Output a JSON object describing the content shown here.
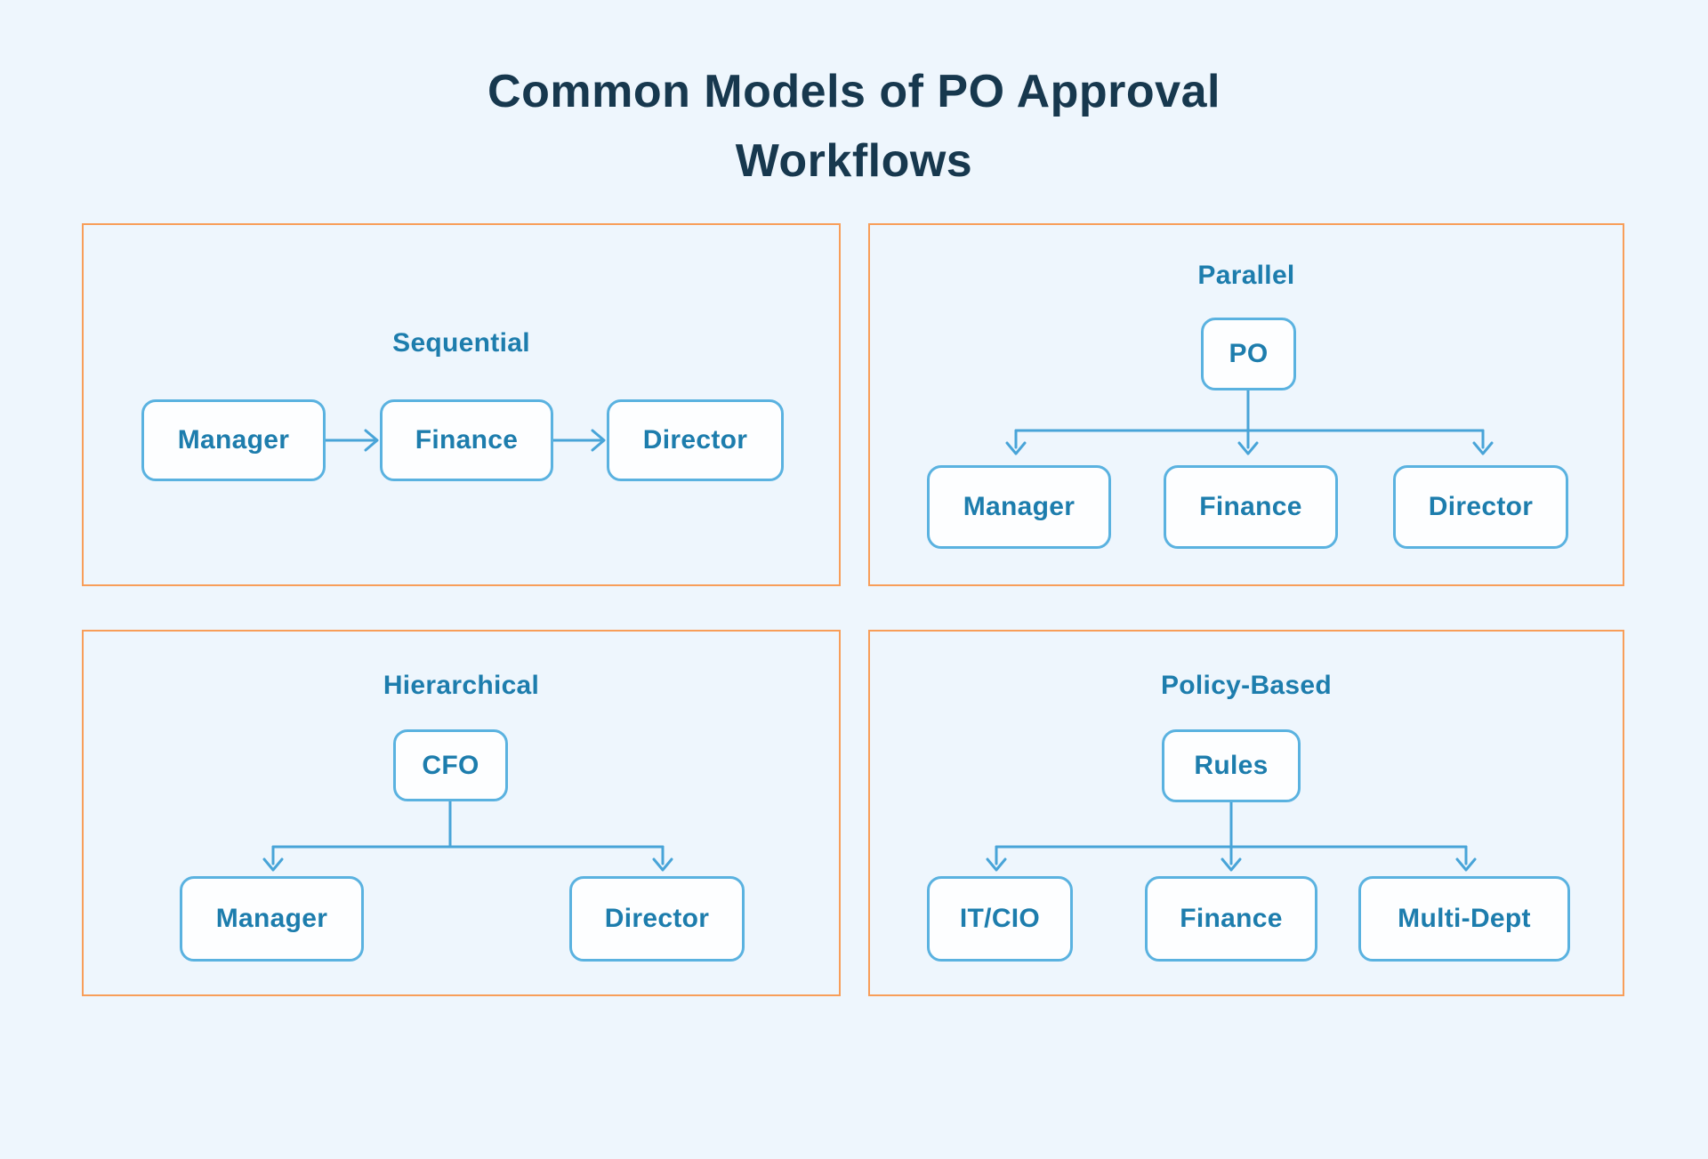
{
  "page": {
    "title_line1": "Common Models of PO Approval",
    "title_line2": "Workflows"
  },
  "colors": {
    "background": "#eef6fd",
    "panel_border": "#f89e59",
    "node_border": "#5ab2e0",
    "node_fill": "#fdfeff",
    "connector": "#48a4d8",
    "node_text": "#1d7dad",
    "panel_title": "#1d7dad",
    "main_title": "#17384e"
  },
  "panels": [
    {
      "title": "Sequential",
      "nodes": [
        "Manager",
        "Finance",
        "Director"
      ]
    },
    {
      "title": "Parallel",
      "root": "PO",
      "nodes": [
        "Manager",
        "Finance",
        "Director"
      ]
    },
    {
      "title": "Hierarchical",
      "root": "CFO",
      "nodes": [
        "Manager",
        "Director"
      ]
    },
    {
      "title": "Policy-Based",
      "root": "Rules",
      "nodes": [
        "IT/CIO",
        "Finance",
        "Multi-Dept"
      ]
    }
  ]
}
